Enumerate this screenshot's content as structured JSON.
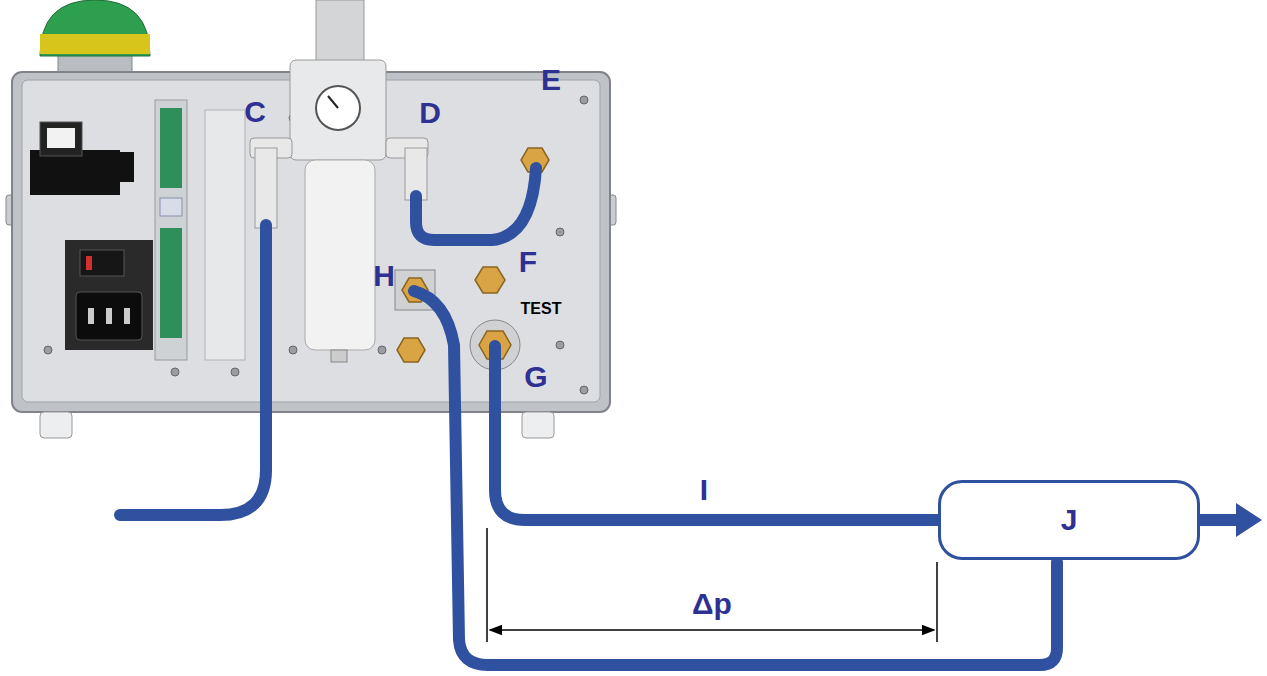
{
  "diagram": {
    "nodes": [
      {
        "text": [
          "J"
        ]
      }
    ],
    "labels": [
      "C",
      "D",
      "E",
      "F",
      "H",
      "TEST",
      "G",
      "I",
      "Δp"
    ]
  }
}
